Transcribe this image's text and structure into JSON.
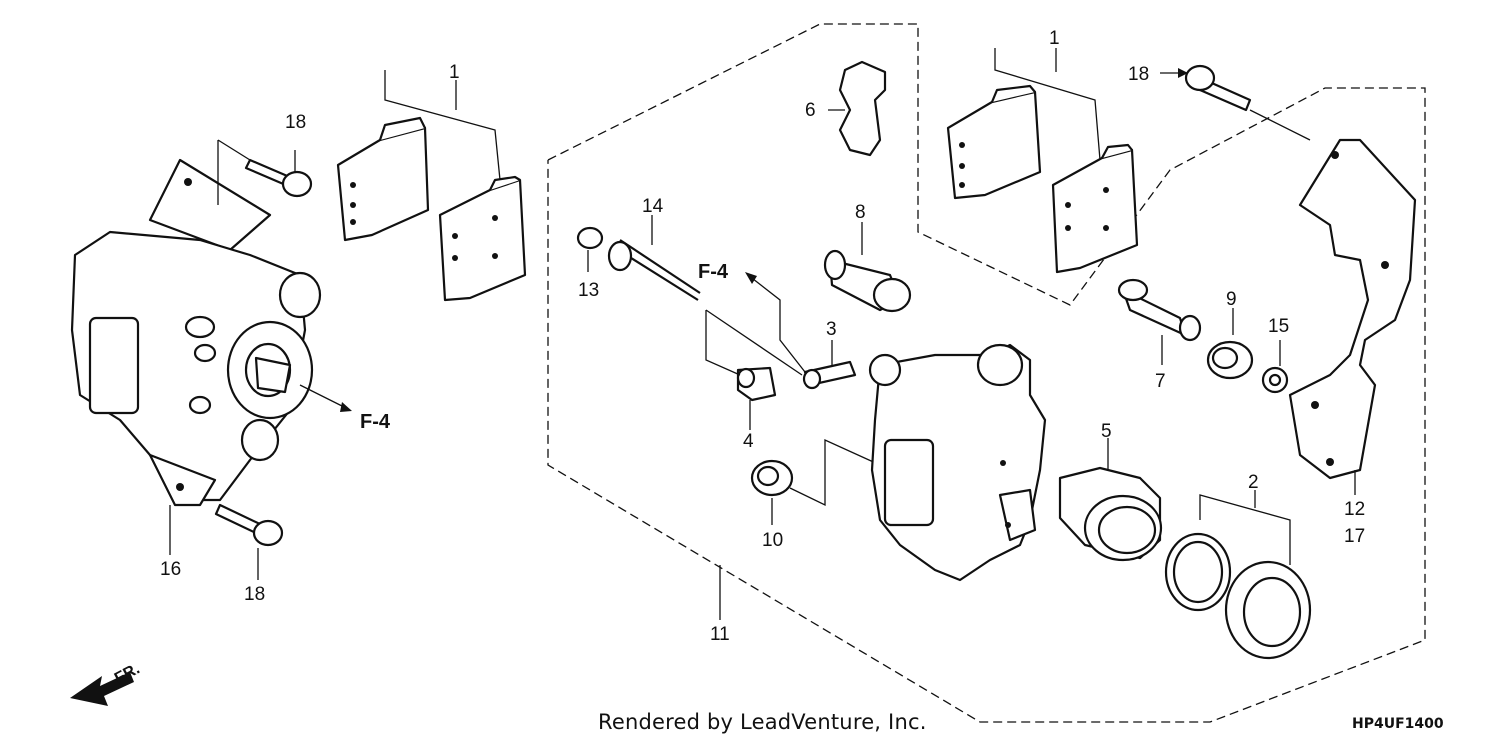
{
  "diagram": {
    "credit": "Rendered by LeadVenture, Inc.",
    "diagram_code": "HP4UF1400",
    "direction_label": "FR.",
    "reference_labels": [
      "F-4",
      "F-4"
    ],
    "callouts": [
      "1",
      "18",
      "16",
      "18",
      "14",
      "13",
      "8",
      "6",
      "3",
      "4",
      "10",
      "11",
      "1",
      "18",
      "9",
      "15",
      "7",
      "5",
      "2",
      "12",
      "17"
    ]
  }
}
